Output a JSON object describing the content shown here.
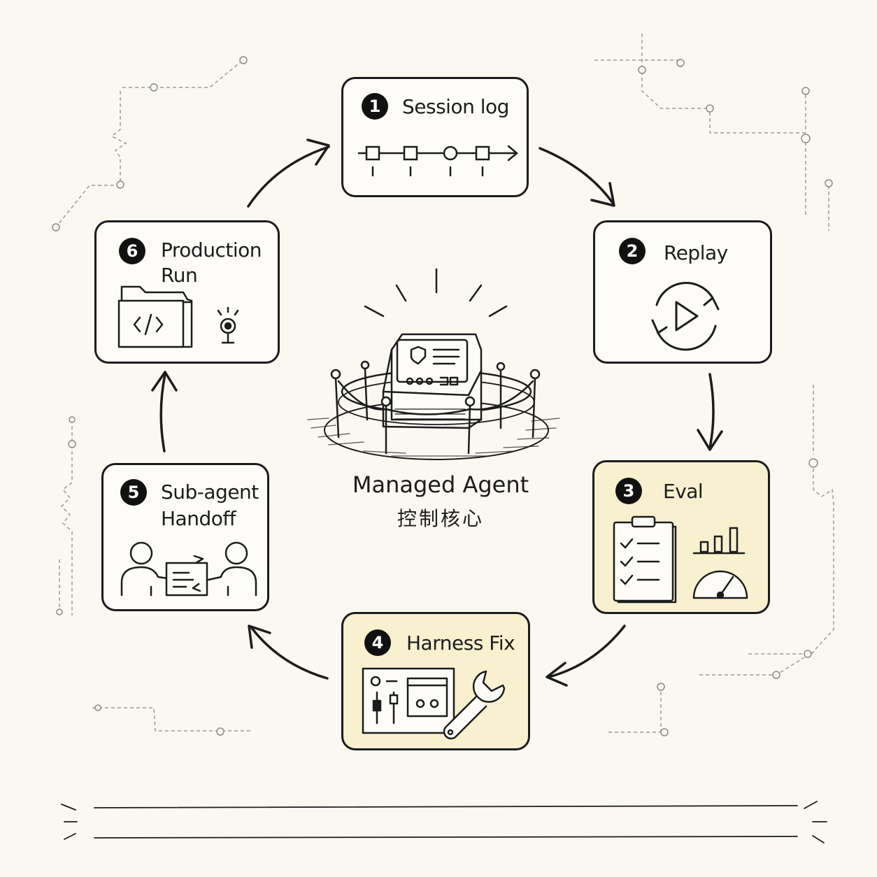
{
  "steps": [
    {
      "number": "1",
      "title": "Session log",
      "icon": "timeline-icon"
    },
    {
      "number": "2",
      "title": "Replay",
      "icon": "replay-icon"
    },
    {
      "number": "3",
      "title": "Eval",
      "icon": "checklist-gauge-icon"
    },
    {
      "number": "4",
      "title": "Harness Fix",
      "icon": "control-panel-wrench-icon"
    },
    {
      "number": "5",
      "title": "Sub-agent Handoff",
      "icon": "handoff-people-icon"
    },
    {
      "number": "6",
      "title": "Production Run",
      "icon": "code-folder-icon"
    }
  ],
  "center": {
    "title": "Managed Agent",
    "subtitle": "控制核心",
    "icon": "enclosed-kiosk-icon"
  },
  "colors": {
    "ink": "#1c1c1c",
    "paper": "#faf8f1",
    "highlight": "#f8f0cf",
    "trace": "#9a9a9a"
  }
}
